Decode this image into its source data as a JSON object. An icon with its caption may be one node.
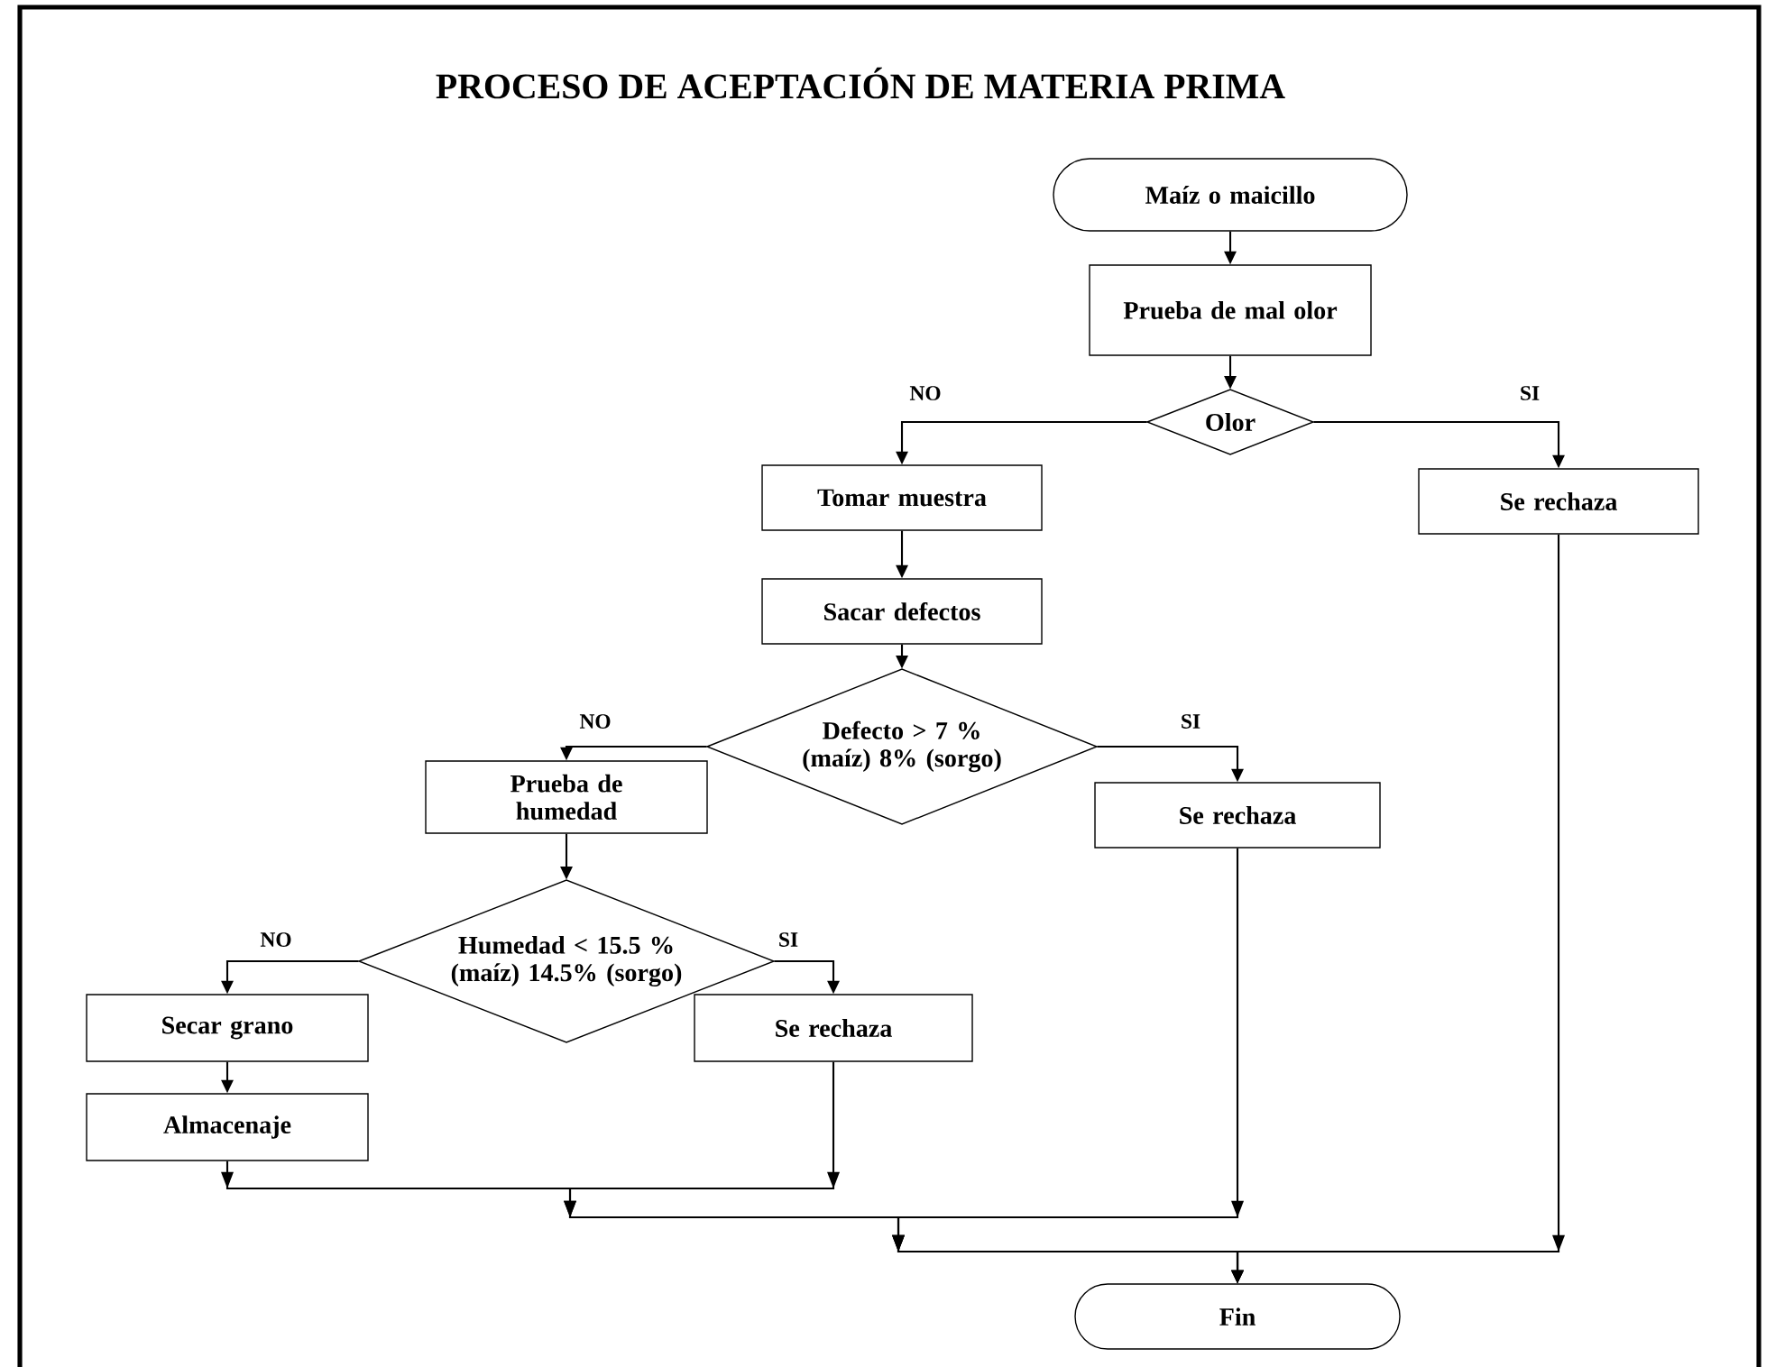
{
  "diagram": {
    "title": "PROCESO DE ACEPTACIÓN DE MATERIA PRIMA",
    "nodes": [
      {
        "text": [
          "Maíz o maicillo"
        ]
      },
      {
        "text": [
          "Prueba de mal olor"
        ]
      },
      {
        "text": [
          "Olor"
        ]
      },
      {
        "text": [
          "Tomar muestra"
        ]
      },
      {
        "text": [
          "Se rechaza"
        ]
      },
      {
        "text": [
          "Sacar defectos"
        ]
      },
      {
        "text": [
          "Defecto > 7 % (maíz) 8% (sorgo)"
        ]
      },
      {
        "text": [
          "Prueba de humedad"
        ]
      },
      {
        "text": [
          "Se rechaza"
        ]
      },
      {
        "text": [
          "Humedad < 15.5 % (maíz) 14.5% (sorgo)"
        ]
      },
      {
        "text": [
          "Secar grano"
        ]
      },
      {
        "text": [
          "Se rechaza"
        ]
      },
      {
        "text": [
          "Almacenaje"
        ]
      },
      {
        "text": [
          "Fin"
        ]
      }
    ],
    "edges": [
      {
        "from": 0,
        "to": 1,
        "arrow": "to"
      },
      {
        "from": 1,
        "to": 2,
        "arrow": "to"
      },
      {
        "from": 2,
        "to": 3,
        "arrow": "to",
        "label": "NO"
      },
      {
        "from": 2,
        "to": 4,
        "arrow": "to",
        "label": "SI"
      },
      {
        "from": 3,
        "to": 5,
        "arrow": "to"
      },
      {
        "from": 5,
        "to": 6,
        "arrow": "to"
      },
      {
        "from": 6,
        "to": 7,
        "arrow": "to",
        "label": "NO"
      },
      {
        "from": 6,
        "to": 8,
        "arrow": "to",
        "label": "SI"
      },
      {
        "from": 7,
        "to": 9,
        "arrow": "to"
      },
      {
        "from": 9,
        "to": 10,
        "arrow": "to",
        "label": "NO"
      },
      {
        "from": 9,
        "to": 11,
        "arrow": "to",
        "label": "SI"
      },
      {
        "from": 10,
        "to": 12,
        "arrow": "to"
      },
      {
        "from": 12,
        "to": 13,
        "arrow": "to"
      },
      {
        "from": 11,
        "to": 13,
        "arrow": "to"
      },
      {
        "from": 8,
        "to": 13,
        "arrow": "to"
      },
      {
        "from": 4,
        "to": 13,
        "arrow": "to"
      }
    ]
  }
}
